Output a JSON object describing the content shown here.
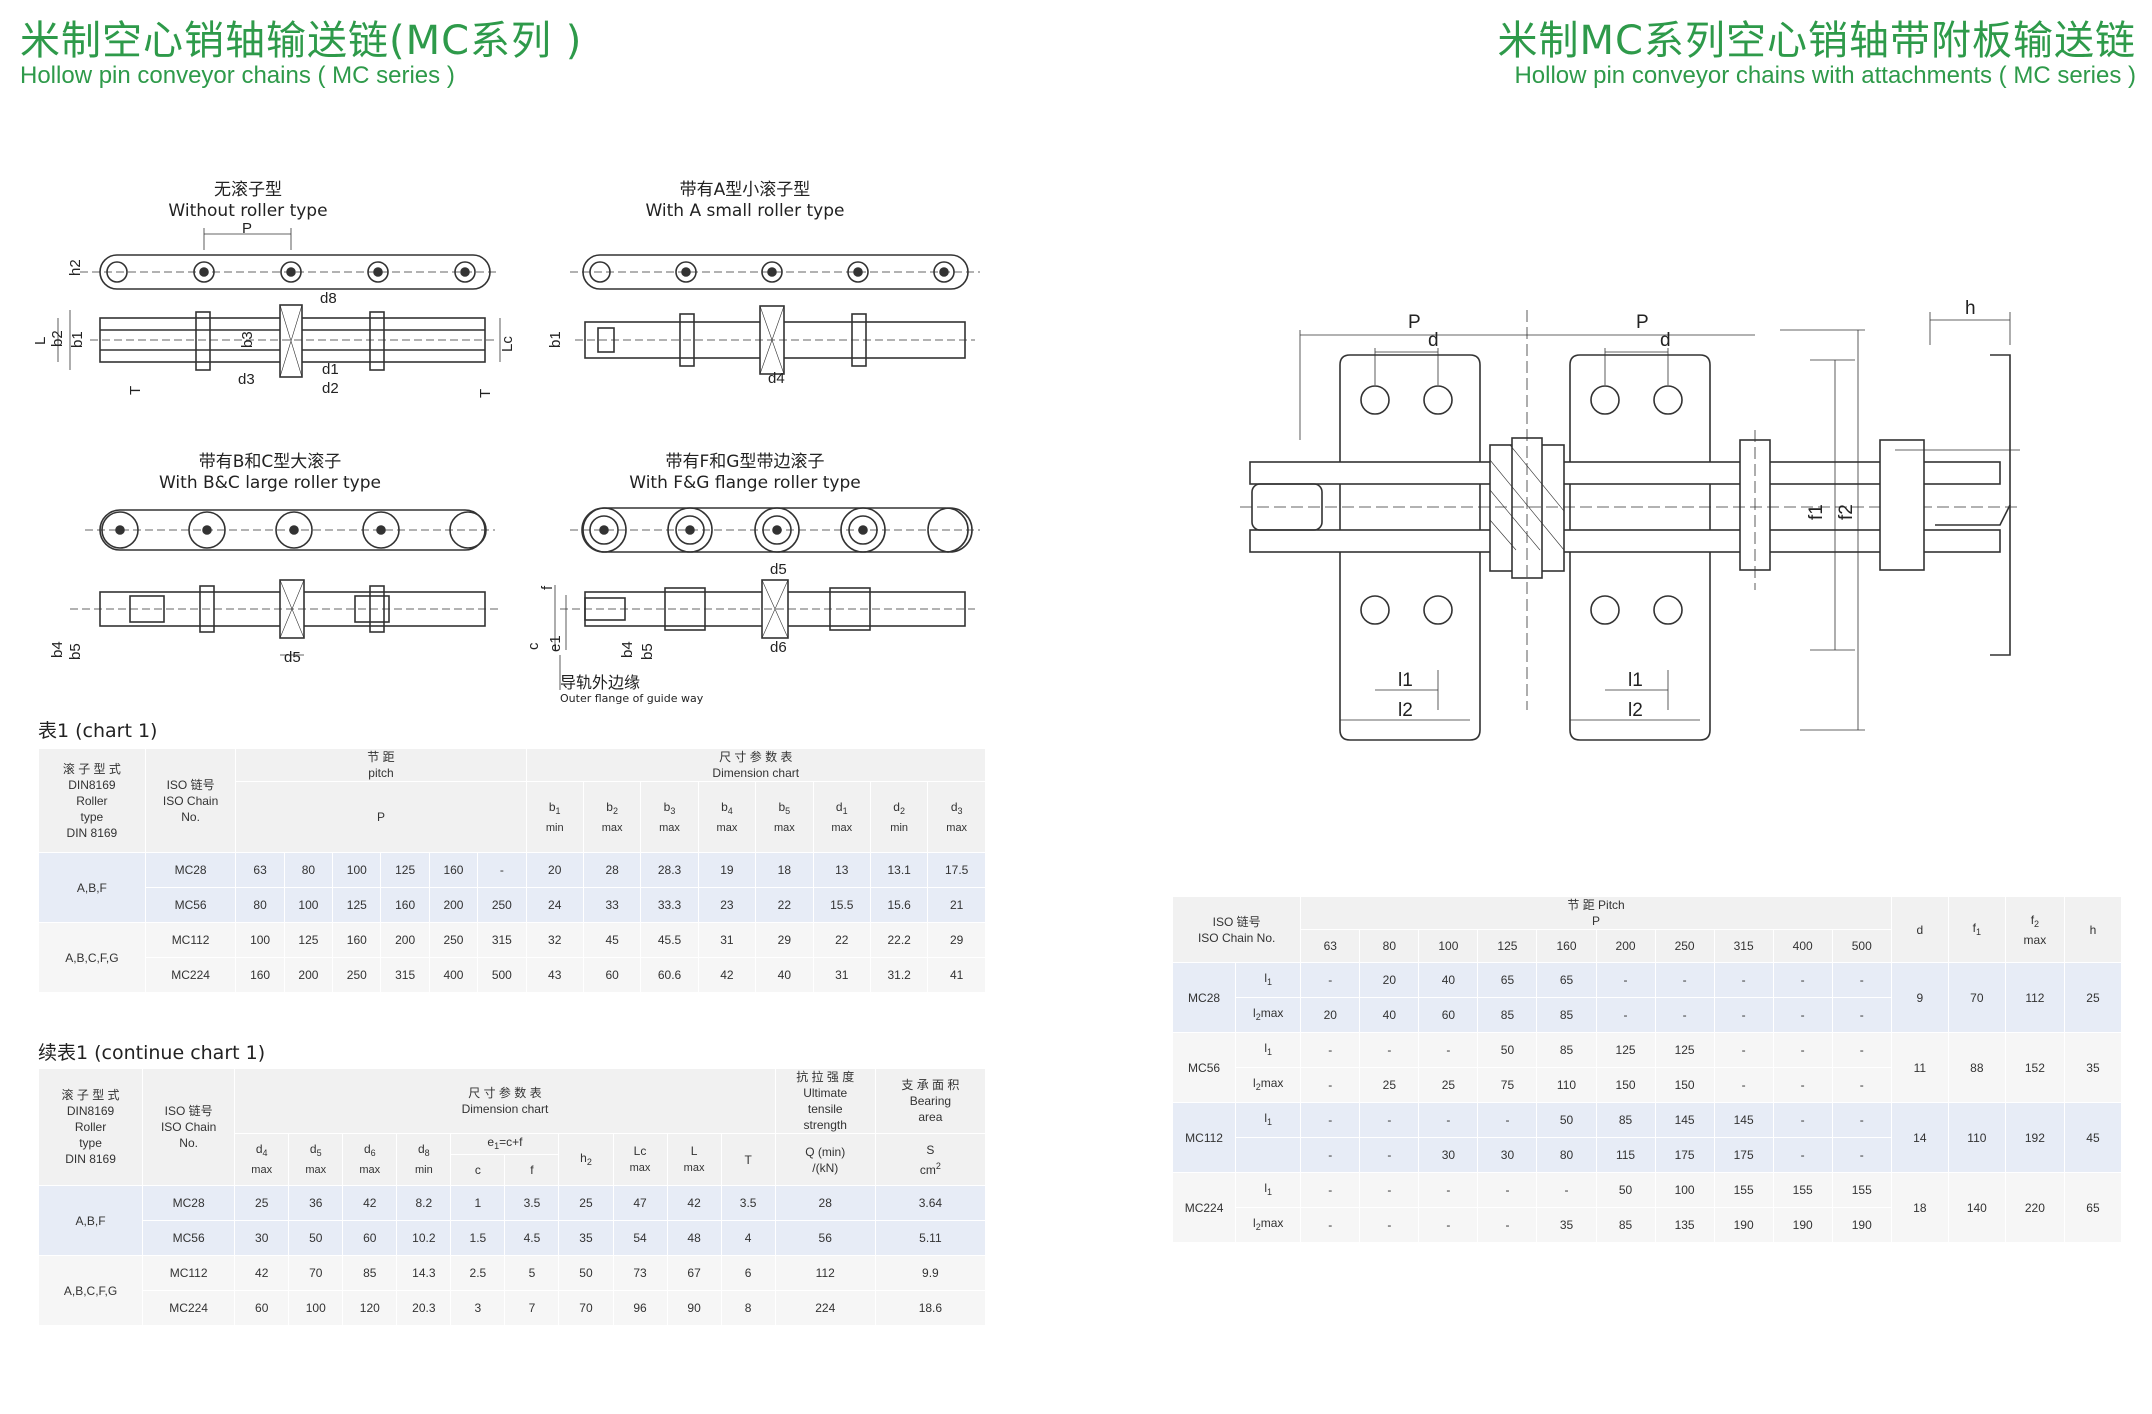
{
  "header": {
    "left_cn": "米制空心销轴输送链(MC系列 )",
    "left_en": "Hollow pin conveyor chains ( MC series )",
    "right_cn": "米制MC系列空心销轴带附板输送链",
    "right_en": "Hollow pin conveyor chains with attachments ( MC series )"
  },
  "drawings": {
    "d1": {
      "cn": "无滚子型",
      "en": "Without roller type"
    },
    "d2": {
      "cn": "带有A型小滚子型",
      "en": "With A small roller type"
    },
    "d3": {
      "cn": "带有B和C型大滚子",
      "en": "With B&C large roller type"
    },
    "d4": {
      "cn": "带有F和G型带边滚子",
      "en": "With F&G flange roller type"
    },
    "guide_cn": "导轨外边缘",
    "guide_en": "Outer flange of guide way",
    "labels": {
      "P": "P",
      "h2": "h2",
      "L": "L",
      "b2": "b2",
      "b1": "b1",
      "b3": "b3",
      "Lc": "Lc",
      "T": "T",
      "d8": "d8",
      "d3": "d3",
      "d1": "d1",
      "d2": "d2",
      "d4": "d4",
      "d5": "d5",
      "d6": "d6",
      "b4": "b4",
      "b5": "b5",
      "c": "c",
      "e1": "e1",
      "f": "f",
      "d": "d",
      "h": "h",
      "f1": "f1",
      "f2": "f2",
      "l1": "l1",
      "l2": "l2"
    }
  },
  "table1": {
    "caption": "表1 (chart 1)",
    "h_roller": [
      "滚 子 型 式",
      "DIN8169",
      "Roller",
      "type",
      "DIN 8169"
    ],
    "h_iso": [
      "ISO 链号",
      "ISO Chain",
      "No."
    ],
    "h_pitch": [
      "节 距",
      "pitch"
    ],
    "h_dim": [
      "尺 寸 参 数 表",
      "Dimension chart"
    ],
    "h_p": "P",
    "cols": [
      {
        "s": "b",
        "n": "1",
        "u": "min"
      },
      {
        "s": "b",
        "n": "2",
        "u": "max"
      },
      {
        "s": "b",
        "n": "3",
        "u": "max"
      },
      {
        "s": "b",
        "n": "4",
        "u": "max"
      },
      {
        "s": "b",
        "n": "5",
        "u": "max"
      },
      {
        "s": "d",
        "n": "1",
        "u": "max"
      },
      {
        "s": "d",
        "n": "2",
        "u": "min"
      },
      {
        "s": "d",
        "n": "3",
        "u": "max"
      }
    ],
    "groups": [
      {
        "type": "A,B,F",
        "rows": [
          {
            "iso": "MC28",
            "cells": [
              "63",
              "80",
              "100",
              "125",
              "160",
              "-",
              "20",
              "28",
              "28.3",
              "19",
              "18",
              "13",
              "13.1",
              "17.5"
            ]
          },
          {
            "iso": "MC56",
            "cells": [
              "80",
              "100",
              "125",
              "160",
              "200",
              "250",
              "24",
              "33",
              "33.3",
              "23",
              "22",
              "15.5",
              "15.6",
              "21"
            ]
          }
        ]
      },
      {
        "type": "A,B,C,F,G",
        "rows": [
          {
            "iso": "MC112",
            "cells": [
              "100",
              "125",
              "160",
              "200",
              "250",
              "315",
              "32",
              "45",
              "45.5",
              "31",
              "29",
              "22",
              "22.2",
              "29"
            ]
          },
          {
            "iso": "MC224",
            "cells": [
              "160",
              "200",
              "250",
              "315",
              "400",
              "500",
              "43",
              "60",
              "60.6",
              "42",
              "40",
              "31",
              "31.2",
              "41"
            ]
          }
        ]
      }
    ]
  },
  "table2": {
    "caption": "续表1 (continue chart 1)",
    "h_roller": [
      "滚 子 型 式",
      "DIN8169",
      "Roller",
      "type",
      "DIN 8169"
    ],
    "h_iso": [
      "ISO 链号",
      "ISO Chain",
      "No."
    ],
    "h_dim": [
      "尺 寸 参 数 表",
      "Dimension chart"
    ],
    "h_tensile": [
      "抗 拉 强 度",
      "Ultimate",
      "tensile",
      "strength"
    ],
    "h_area": [
      "支 承 面 积",
      "Bearing",
      "area"
    ],
    "e1_label": "e1=c+f",
    "cols": [
      {
        "s": "d",
        "n": "4",
        "u": "max"
      },
      {
        "s": "d",
        "n": "5",
        "u": "max"
      },
      {
        "s": "d",
        "n": "6",
        "u": "max"
      },
      {
        "s": "d",
        "n": "8",
        "u": "min"
      },
      {
        "s": "c",
        "n": "",
        "u": ""
      },
      {
        "s": "f",
        "n": "",
        "u": ""
      },
      {
        "s": "h",
        "n": "2",
        "u": ""
      },
      {
        "s": "Lc",
        "n": "",
        "u": "max"
      },
      {
        "s": "L",
        "n": "",
        "u": "max"
      },
      {
        "s": "T",
        "n": "",
        "u": ""
      }
    ],
    "q_label": "Q  (min)",
    "q_unit": "/(kN)",
    "s_label": "S",
    "s_unit": "cm",
    "groups": [
      {
        "type": "A,B,F",
        "rows": [
          {
            "iso": "MC28",
            "cells": [
              "25",
              "36",
              "42",
              "8.2",
              "1",
              "3.5",
              "25",
              "47",
              "42",
              "3.5",
              "28",
              "3.64"
            ]
          },
          {
            "iso": "MC56",
            "cells": [
              "30",
              "50",
              "60",
              "10.2",
              "1.5",
              "4.5",
              "35",
              "54",
              "48",
              "4",
              "56",
              "5.11"
            ]
          }
        ]
      },
      {
        "type": "A,B,C,F,G",
        "rows": [
          {
            "iso": "MC112",
            "cells": [
              "42",
              "70",
              "85",
              "14.3",
              "2.5",
              "5",
              "50",
              "73",
              "67",
              "6",
              "112",
              "9.9"
            ]
          },
          {
            "iso": "MC224",
            "cells": [
              "60",
              "100",
              "120",
              "20.3",
              "3",
              "7",
              "70",
              "96",
              "90",
              "8",
              "224",
              "18.6"
            ]
          }
        ]
      }
    ]
  },
  "table3": {
    "h_iso": [
      "ISO 链号",
      "ISO Chain No."
    ],
    "h_pitch": [
      "节 距 Pitch",
      "P"
    ],
    "pitches": [
      "63",
      "80",
      "100",
      "125",
      "160",
      "200",
      "250",
      "315",
      "400",
      "500"
    ],
    "h_d": "d",
    "h_f1": "f",
    "h_f2": "f",
    "h_f2_max": "max",
    "h_h": "h",
    "rows": [
      {
        "iso": "MC28",
        "l1": [
          "-",
          "20",
          "40",
          "65",
          "65",
          "-",
          "-",
          "-",
          "-",
          "-"
        ],
        "l2": [
          "20",
          "40",
          "60",
          "85",
          "85",
          "-",
          "-",
          "-",
          "-",
          "-"
        ],
        "l2max": true,
        "d": "9",
        "f1": "70",
        "f2": "112",
        "h": "25"
      },
      {
        "iso": "MC56",
        "l1": [
          "-",
          "-",
          "-",
          "50",
          "85",
          "125",
          "125",
          "-",
          "-",
          "-"
        ],
        "l2": [
          "-",
          "25",
          "25",
          "75",
          "110",
          "150",
          "150",
          "-",
          "-",
          "-"
        ],
        "l2max": true,
        "d": "11",
        "f1": "88",
        "f2": "152",
        "h": "35"
      },
      {
        "iso": "MC112",
        "l1": [
          "-",
          "-",
          "-",
          "-",
          "50",
          "85",
          "145",
          "145",
          "-",
          "-"
        ],
        "l2": [
          "-",
          "-",
          "30",
          "30",
          "80",
          "115",
          "175",
          "175",
          "-",
          "-"
        ],
        "l2max": false,
        "d": "14",
        "f1": "110",
        "f2": "192",
        "h": "45"
      },
      {
        "iso": "MC224",
        "l1": [
          "-",
          "-",
          "-",
          "-",
          "-",
          "50",
          "100",
          "155",
          "155",
          "155"
        ],
        "l2": [
          "-",
          "-",
          "-",
          "-",
          "35",
          "85",
          "135",
          "190",
          "190",
          "190"
        ],
        "l2max": true,
        "d": "18",
        "f1": "140",
        "f2": "220",
        "h": "65"
      }
    ]
  }
}
